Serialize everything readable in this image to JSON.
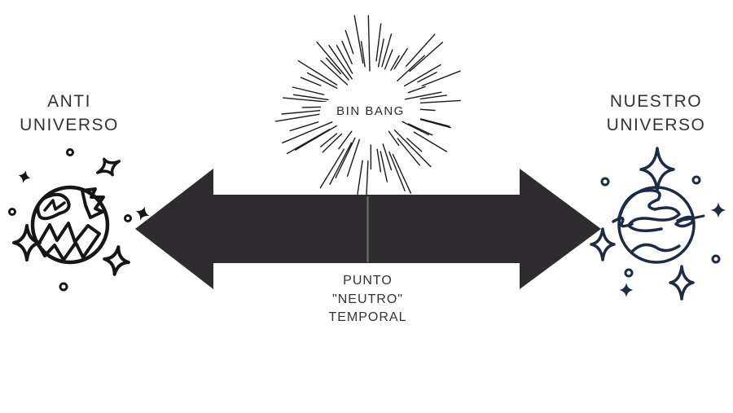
{
  "background_color": "#ffffff",
  "text_color": "#333333",
  "left_universe": {
    "label_line1": "ANTI",
    "label_line2": "UNIVERSO",
    "icon": "planet-with-sparkles-doodle",
    "color": "#161616"
  },
  "right_universe": {
    "label_line1": "NUESTRO",
    "label_line2": "UNIVERSO",
    "icon": "planet-with-sparkles-doodle",
    "color": "#1d2b45"
  },
  "big_bang": {
    "label": "BIN BANG",
    "ray_color": "#1a1a1a",
    "ray_count": 64
  },
  "timeline_arrow": {
    "direction": "double-headed",
    "color": "#2e2c2e",
    "divider_color": "#707070"
  },
  "neutral_point": {
    "line1": "PUNTO",
    "line2": "\"NEUTRO\"",
    "line3": "TEMPORAL"
  }
}
